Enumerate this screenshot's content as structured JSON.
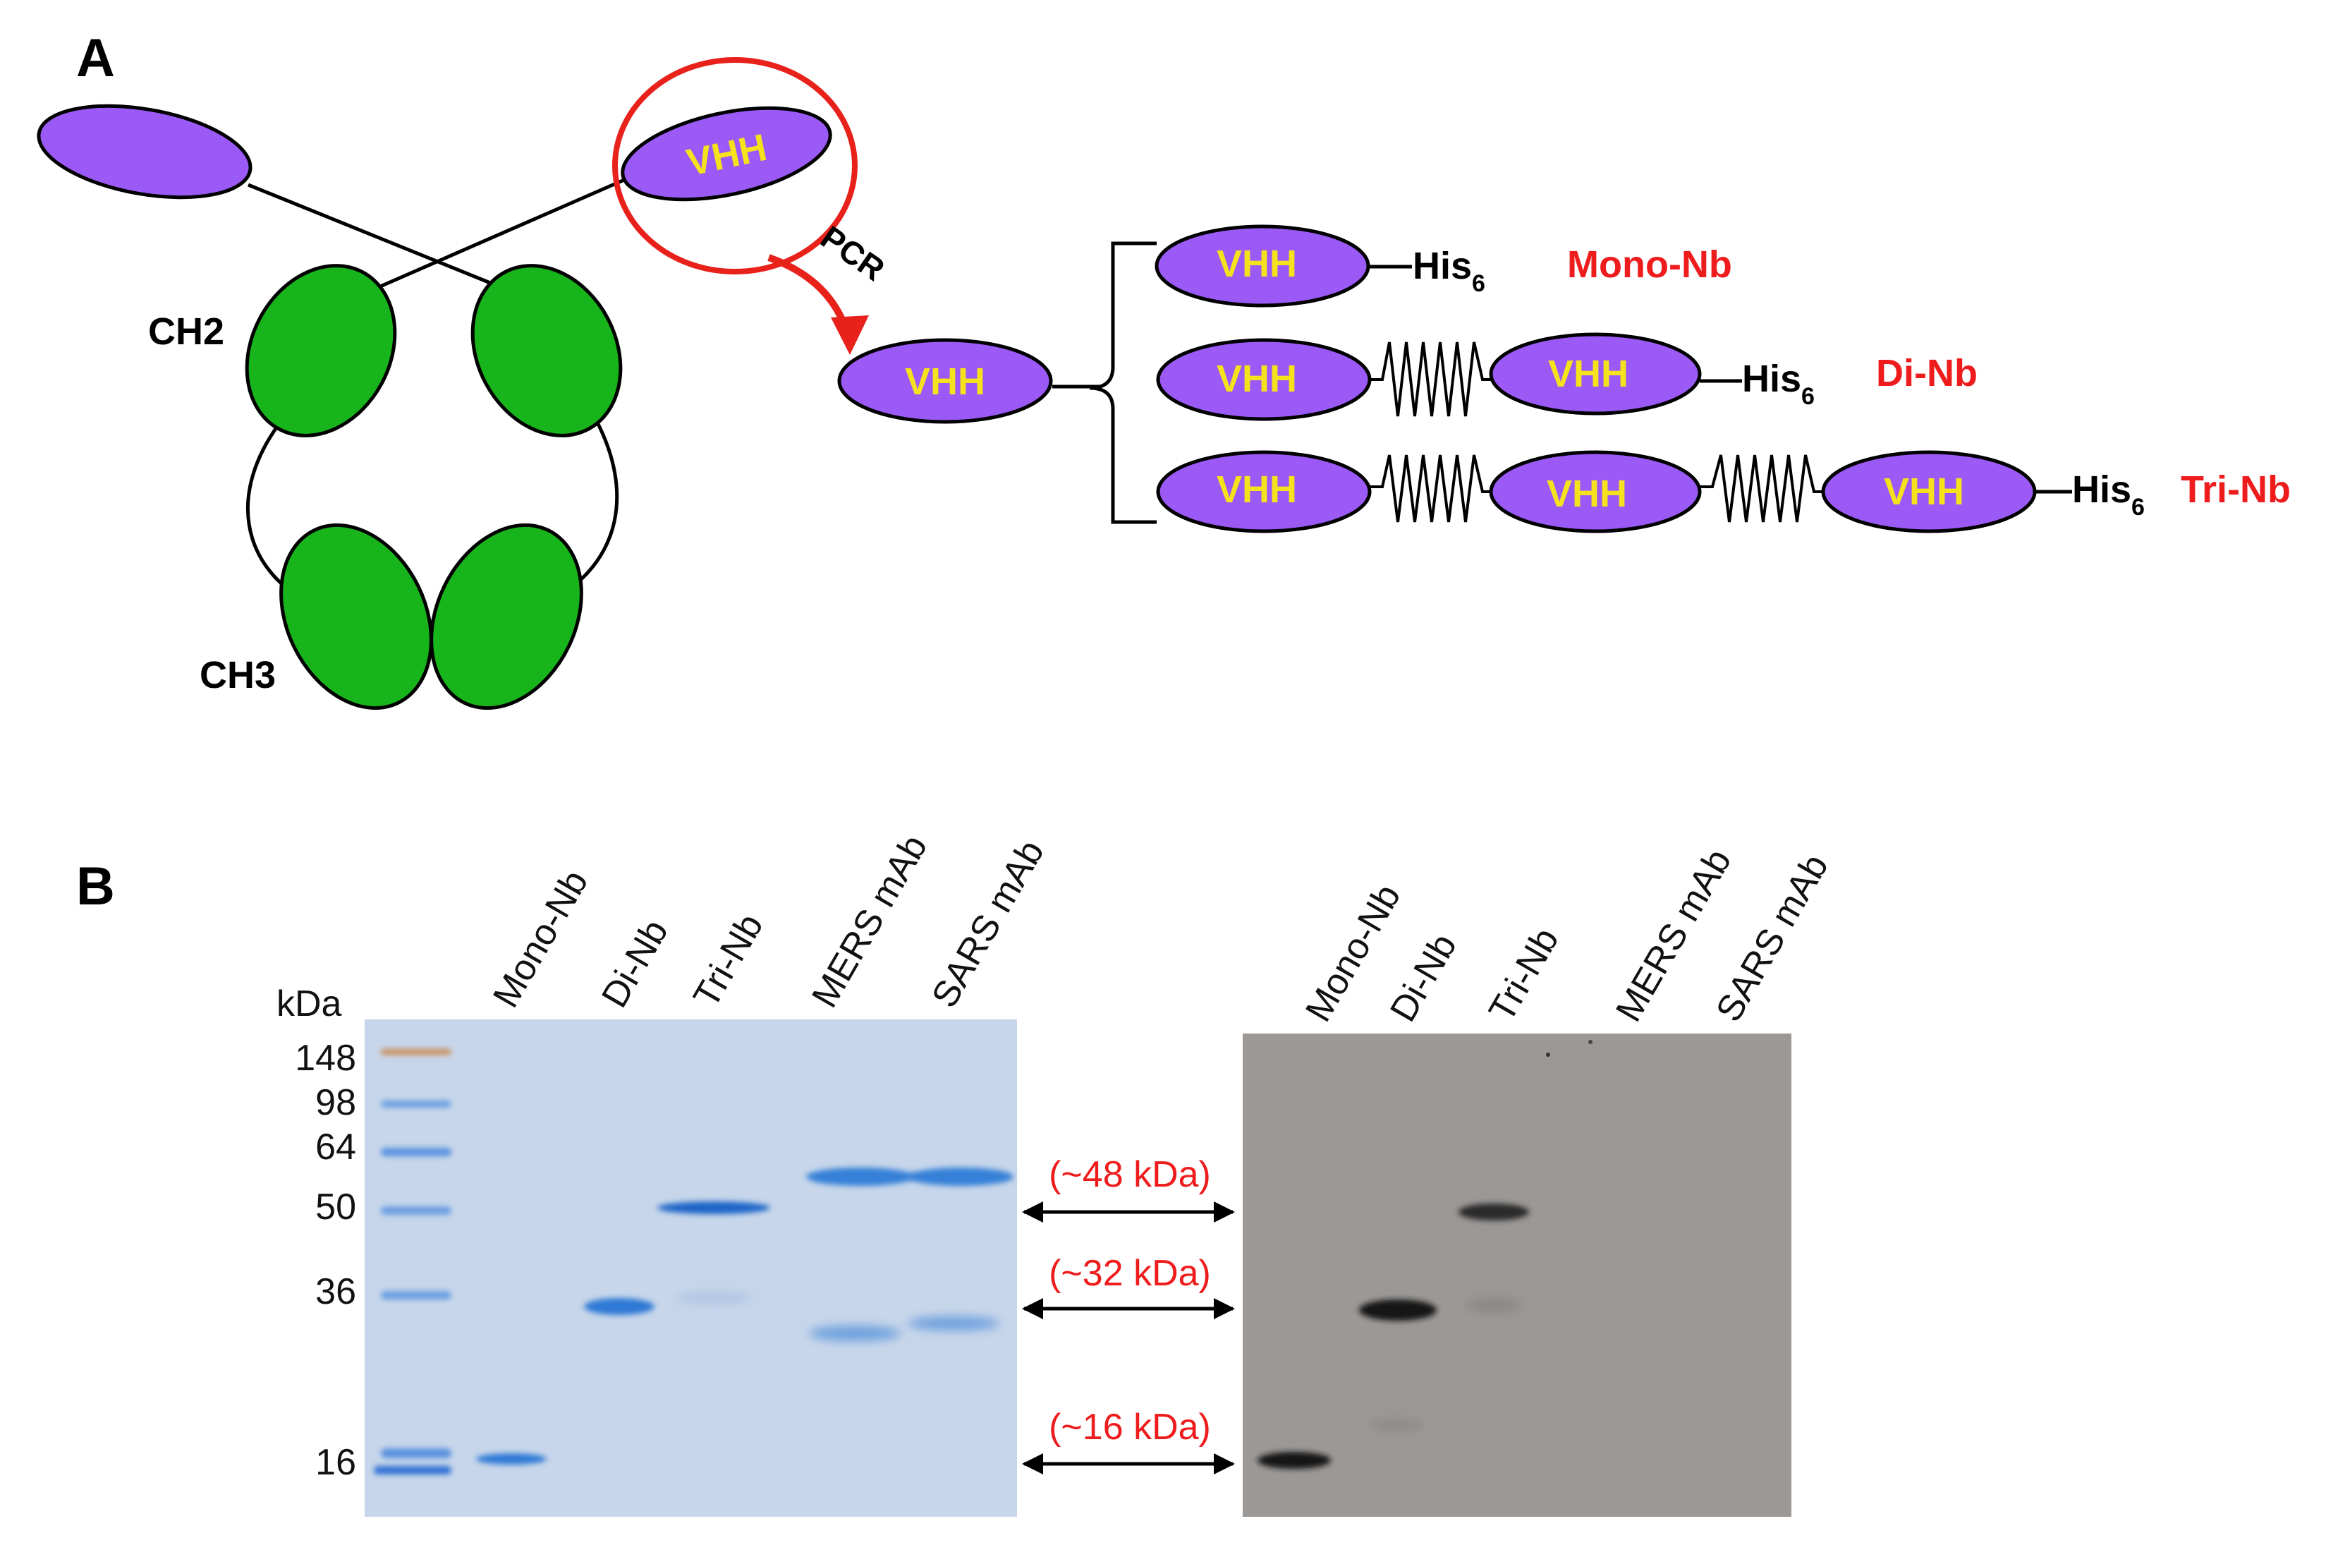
{
  "panel_a": {
    "label": "A",
    "domains": {
      "vhh_label": "VHH",
      "ch2_label": "CH2",
      "ch3_label": "CH3",
      "pcr_label": "PCR"
    },
    "constructs": [
      {
        "name": "Mono-Nb",
        "tag": "His",
        "tag_sub": "6",
        "vhh_count": 1
      },
      {
        "name": "Di-Nb",
        "tag": "His",
        "tag_sub": "6",
        "vhh_count": 2
      },
      {
        "name": "Tri-Nb",
        "tag": "His",
        "tag_sub": "6",
        "vhh_count": 3
      }
    ],
    "colors": {
      "vhh_fill": "#9b59f5",
      "ch_fill": "#17b51b",
      "vhh_text": "#f5e21c",
      "construct_name": "#ee1c1c",
      "highlight_circle": "#e8211b"
    }
  },
  "panel_b": {
    "label": "B",
    "kda_title": "kDa",
    "ladder": [
      "148",
      "98",
      "64",
      "50",
      "36",
      "16"
    ],
    "lanes_left": [
      "Mono-Nb",
      "Di-Nb",
      "Tri-Nb",
      "MERS mAb",
      "SARS mAb"
    ],
    "lanes_right": [
      "Mono-Nb",
      "Di-Nb",
      "Tri-Nb",
      "MERS mAb",
      "SARS mAb"
    ],
    "markers": [
      "(~48 kDa)",
      "(~32 kDa)",
      "(~16 kDa)"
    ],
    "colors": {
      "coomassie_bg": "#c7d6ea",
      "coomassie_band": "#2f79d6",
      "western_bg": "#9b9896",
      "western_band": "#1a1a1a",
      "marker_text": "#ee1c1c"
    }
  }
}
